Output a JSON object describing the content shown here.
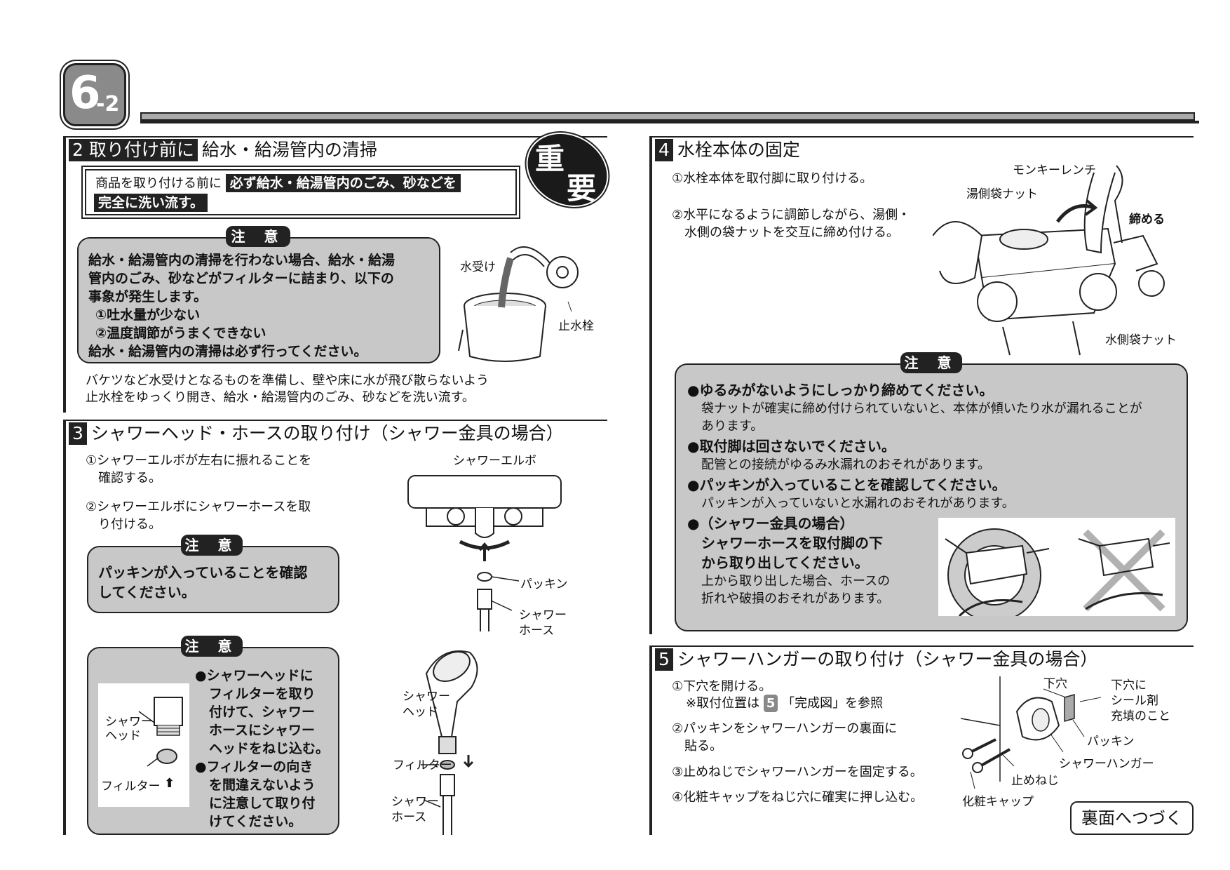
{
  "page": {
    "badge_main": "6",
    "badge_sub": "-2"
  },
  "sec2": {
    "num": "2 取り付け前に",
    "title": "給水・給湯管内の清掃",
    "box_lead": "商品を取り付ける前に",
    "box_emph1": "必ず給水・給湯管内のごみ、砂などを",
    "box_emph2": "完全に洗い流す。",
    "important_1": "重",
    "important_2": "要",
    "caution_label": "注 意",
    "caution_lines": [
      "給水・給湯管内の清掃を行わない場合、給水・給湯",
      "管内のごみ、砂などがフィルターに詰まり、以下の",
      "事象が発生します。",
      "①吐水量が少ない",
      "②温度調節がうまくできない",
      "給水・給湯管内の清掃は必ず行ってください。"
    ],
    "label_water_receiver": "水受け",
    "label_stop_valve": "止水栓",
    "body_line1": "バケツなど水受けとなるものを準備し、壁や床に水が飛び散らないよう",
    "body_line2": "止水栓をゆっくり開き、給水・給湯管内のごみ、砂などを洗い流す。"
  },
  "sec3": {
    "num": "3",
    "title": "シャワーヘッド・ホースの取り付け（シャワー金具の場合）",
    "step1a": "①シャワーエルボが左右に振れることを",
    "step1b": "確認する。",
    "step2a": "②シャワーエルボにシャワーホースを取",
    "step2b": "り付ける。",
    "caution_label": "注 意",
    "caution1_a": "パッキンが入っていることを確認",
    "caution1_b": "してください。",
    "caution2_lines": [
      "●シャワーヘッドに",
      "フィルターを取り",
      "付けて、シャワー",
      "ホースにシャワー",
      "ヘッドをねじ込む。",
      "●フィルターの向き",
      "を間違えないよう",
      "に注意して取り付",
      "けてください。"
    ],
    "inset_head_a": "シャワー",
    "inset_head_b": "ヘッド",
    "inset_filter": "フィルター",
    "label_elbow": "シャワーエルボ",
    "label_packing": "パッキン",
    "label_hose_a": "シャワー",
    "label_hose_b": "ホース",
    "label_head_a": "シャワー",
    "label_head_b": "ヘッド",
    "label_filter": "フィルター",
    "label_hose2_a": "シャワー",
    "label_hose2_b": "ホース"
  },
  "sec4": {
    "num": "4",
    "title": "水栓本体の固定",
    "step1": "①水栓本体を取付脚に取り付ける。",
    "step2a": "②水平になるように調節しながら、湯側・",
    "step2b": "水側の袋ナットを交互に締め付ける。",
    "label_wrench": "モンキーレンチ",
    "label_hot_nut": "湯側袋ナット",
    "label_tighten": "締める",
    "label_cold_nut": "水側袋ナット",
    "caution_label": "注 意",
    "c1": "●ゆるみがないようにしっかり締めてください。",
    "c1a": "袋ナットが確実に締め付けられていないと、本体が傾いたり水が漏れることが",
    "c1b": "あります。",
    "c2": "●取付脚は回さないでください。",
    "c2a": "配管との接続がゆるみ水漏れのおそれがあります。",
    "c3": "●パッキンが入っていることを確認してください。",
    "c3a": "パッキンが入っていないと水漏れのおそれがあります。",
    "c4a": "●（シャワー金具の場合）",
    "c4b": "シャワーホースを取付脚の下",
    "c4c": "から取り出してください。",
    "c4d": "上から取り出した場合、ホースの",
    "c4e": "折れや破損のおそれがあります。"
  },
  "sec5": {
    "num": "5",
    "title": "シャワーハンガーの取り付け（シャワー金具の場合）",
    "step1": "①下穴を開ける。",
    "note_prefix": "※取付位置は",
    "note_ref": "5",
    "note_suffix": "「完成図」を参照",
    "step2a": "②パッキンをシャワーハンガーの裏面に",
    "step2b": "貼る。",
    "step3": "③止めねじでシャワーハンガーを固定する。",
    "step4": "④化粧キャップをねじ穴に確実に押し込む。",
    "label_hole": "下穴",
    "label_seal_a": "下穴に",
    "label_seal_b": "シール剤",
    "label_seal_c": "充填のこと",
    "label_packing": "パッキン",
    "label_hanger": "シャワーハンガー",
    "label_screw": "止めねじ",
    "label_cap": "化粧キャップ",
    "continue": "裏面へつづく"
  }
}
